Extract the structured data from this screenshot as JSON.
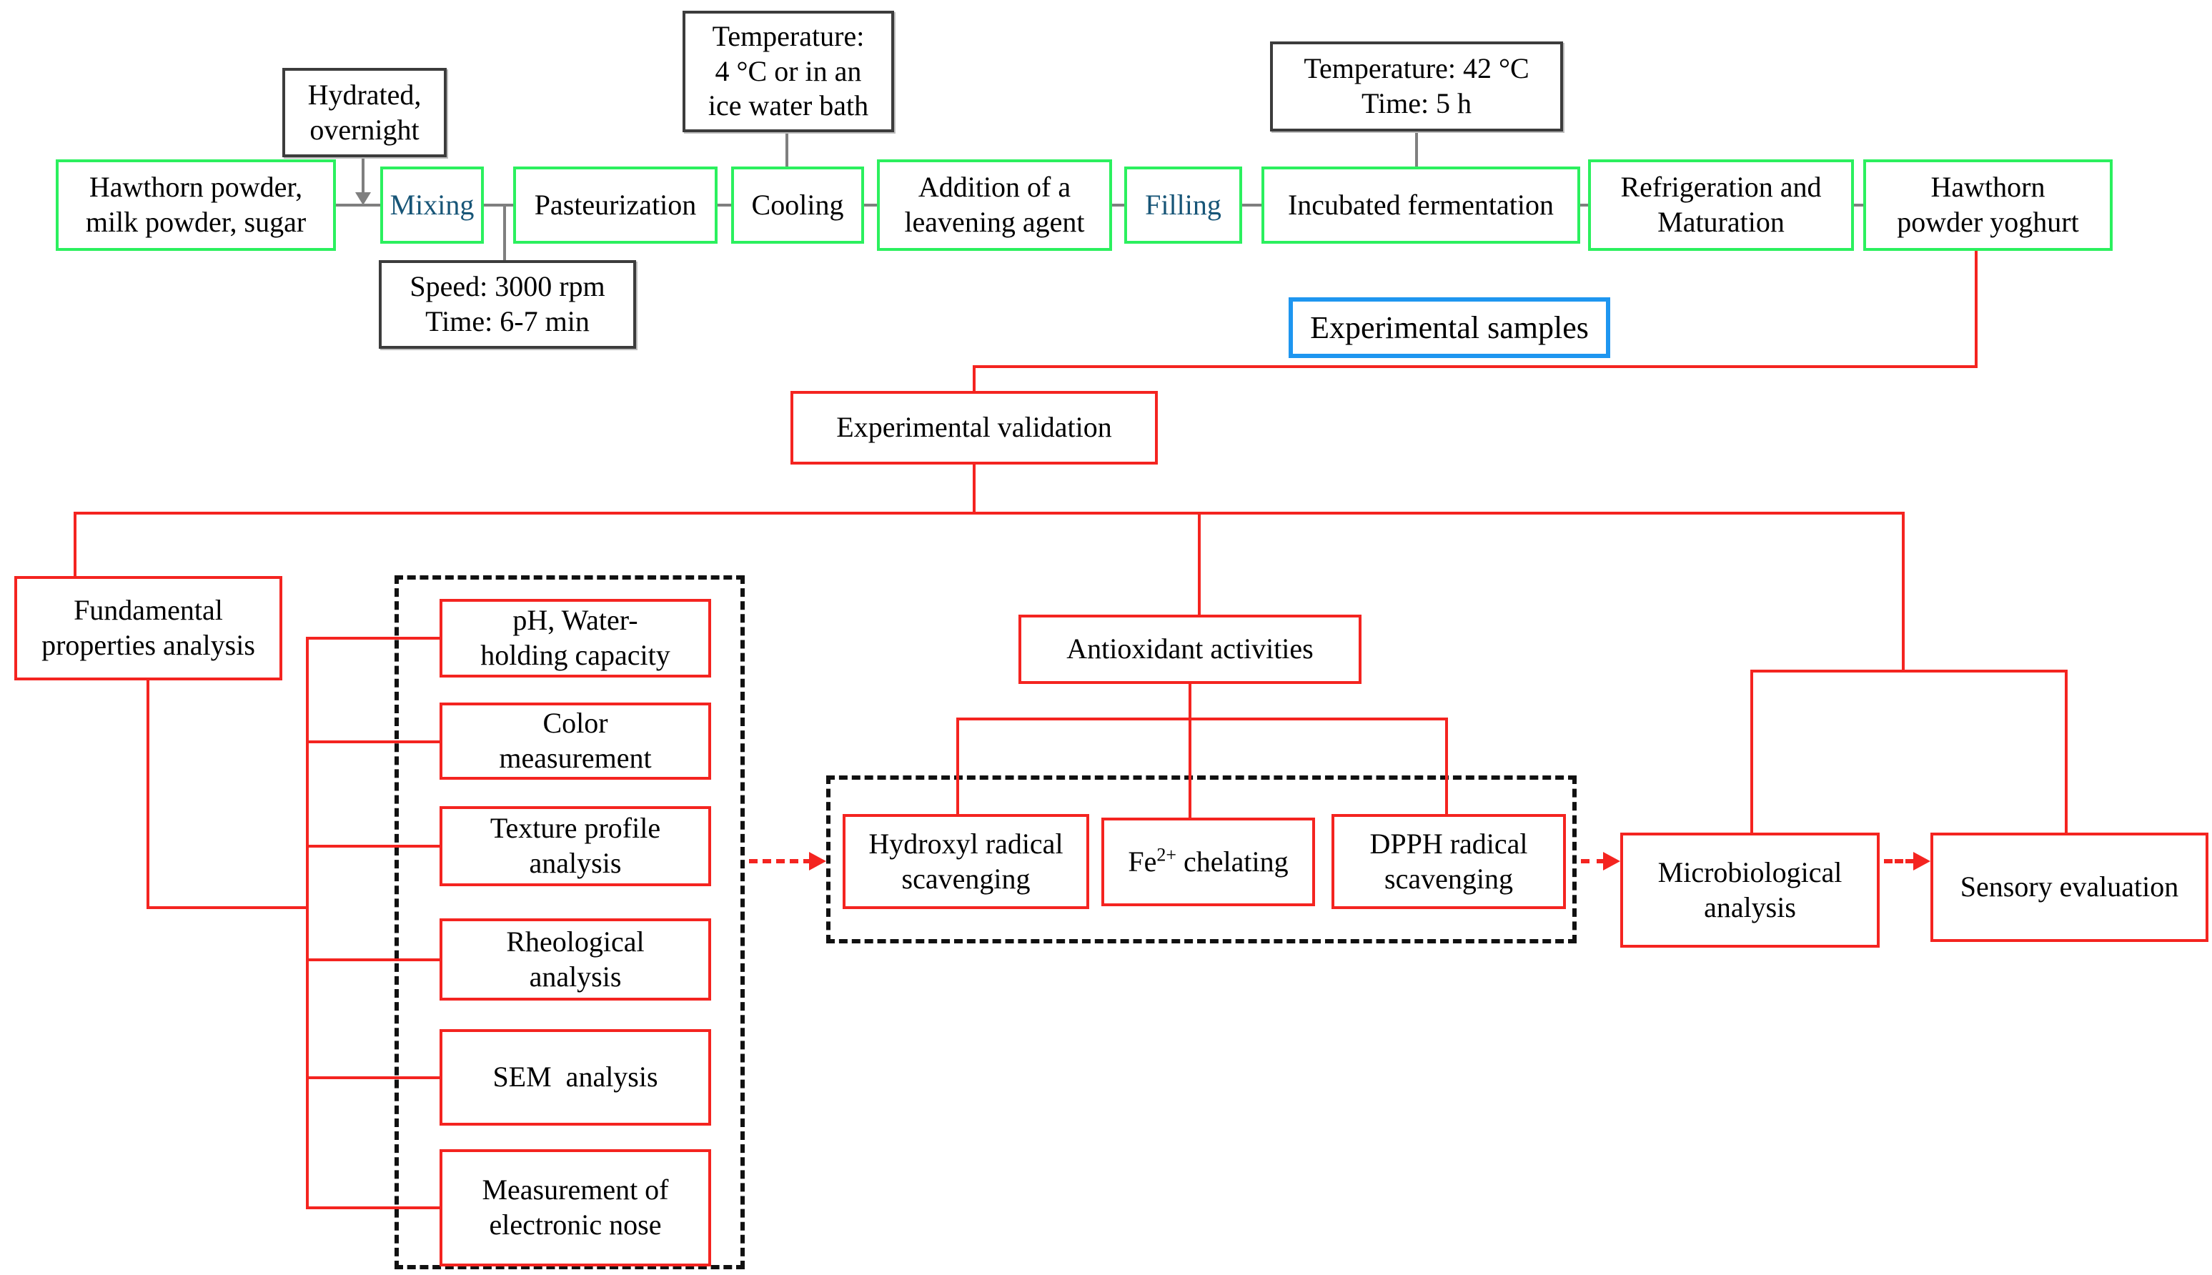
{
  "process_boxes": {
    "ingredients": "Hawthorn powder,\nmilk powder, sugar",
    "mixing": "Mixing",
    "pasteurization": "Pasteurization",
    "cooling": "Cooling",
    "leavening": "Addition of a\nleavening agent",
    "filling": "Filling",
    "fermentation": "Incubated fermentation",
    "refrigeration": "Refrigeration and\nMaturation",
    "yoghurt": "Hawthorn\npowder yoghurt"
  },
  "annotation_boxes": {
    "hydrated": "Hydrated,\novernight",
    "cooling_temp": "Temperature:\n4 °C or in an\nice water bath",
    "fermentation_temp": "Temperature: 42 °C\nTime: 5 h",
    "mixing_speed": "Speed: 3000 rpm\nTime: 6-7 min"
  },
  "samples_box": "Experimental samples",
  "validation_box": "Experimental validation",
  "branches": {
    "fundamental": {
      "label": "Fundamental\nproperties analysis",
      "tests": [
        "pH, Water-\nholding capacity",
        "Color\nmeasurement",
        "Texture profile\nanalysis",
        "Rheological\nanalysis",
        "SEM  analysis",
        "Measurement of\nelectronic nose"
      ]
    },
    "antioxidant": {
      "label": "Antioxidant activities",
      "hydroxyl": "Hydroxyl radical\nscavenging",
      "fe_pre": "Fe",
      "fe_sup": "2+",
      "fe_post": " chelating",
      "dpph": "DPPH radical\nscavenging"
    },
    "microbiological": "Microbiological\nanalysis",
    "sensory": "Sensory evaluation"
  },
  "colors": {
    "process_border_green": "#2bf05e",
    "analysis_red": "#f42420",
    "samples_border_blue": "#1e96f0",
    "step_text_blue": "#175577",
    "connector_gray": "#7f7f7f",
    "annotation_border": "#3c3c3c",
    "dashed_black": "#111111"
  }
}
